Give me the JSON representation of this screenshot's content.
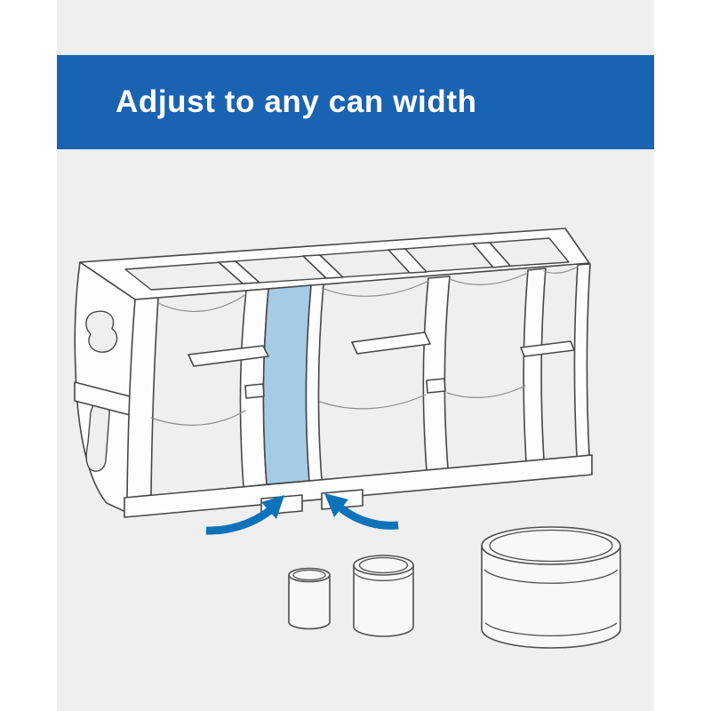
{
  "banner": {
    "title": "Adjust to any can width"
  },
  "colors": {
    "page_background": "#ffffff",
    "canvas_background": "#efefef",
    "banner_background": "#1a63b2",
    "banner_text": "#ffffff",
    "outline": "#474747",
    "highlight_divider": "#a6cbe6",
    "arrow": "#0d72b9"
  },
  "icons": {
    "arrow_left": "curved-arrow-pointing-right",
    "arrow_right": "curved-arrow-pointing-left"
  }
}
